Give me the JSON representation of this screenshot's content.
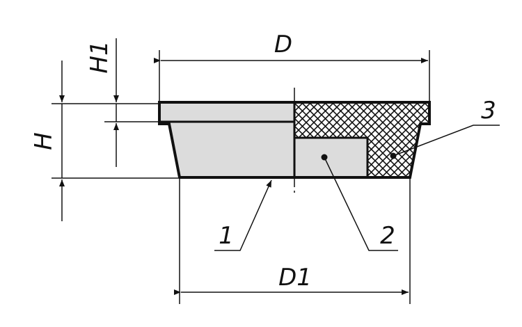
{
  "labels": {
    "D": "D",
    "D1": "D1",
    "H": "H",
    "H1": "H1",
    "part_1": "1",
    "part_2": "2",
    "part_3": "3"
  },
  "colors": {
    "line": "#111111",
    "fill": "#dcdcdc",
    "hatch_bg": "#ffffff"
  }
}
